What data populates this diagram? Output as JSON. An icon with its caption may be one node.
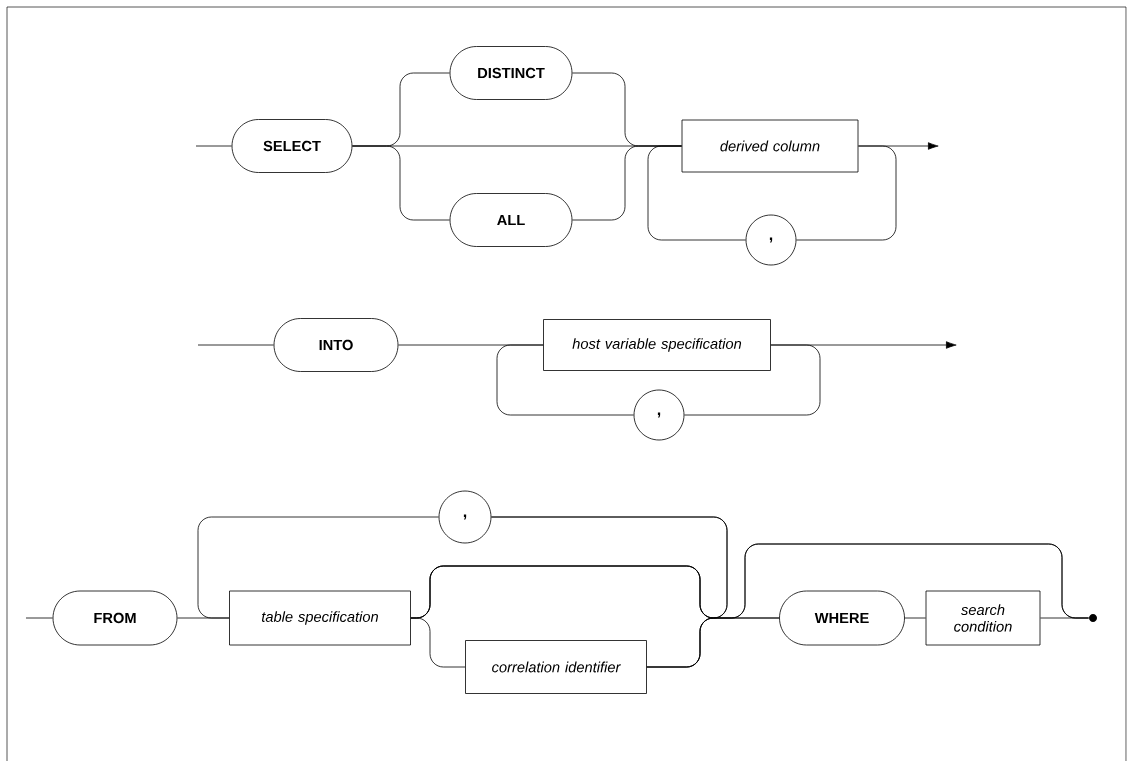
{
  "diagram": {
    "nodes": [
      {
        "text": [
          "SELECT"
        ]
      },
      {
        "text": [
          "DISTINCT"
        ]
      },
      {
        "text": [
          "ALL"
        ]
      },
      {
        "text": [
          "derived column"
        ]
      },
      {
        "text": [
          ","
        ]
      },
      {
        "text": [
          "INTO"
        ]
      },
      {
        "text": [
          "host variable specification"
        ]
      },
      {
        "text": [
          ","
        ]
      },
      {
        "text": [
          "FROM"
        ]
      },
      {
        "text": [
          ","
        ]
      },
      {
        "text": [
          "table specification"
        ]
      },
      {
        "text": [
          "correlation identifier"
        ]
      },
      {
        "text": [
          "WHERE"
        ]
      },
      {
        "text": [
          "search condition"
        ]
      },
      {
        "text": [],
        "shape": "circle"
      }
    ],
    "edges": [
      {
        "from": null,
        "to": 0,
        "arrow": "none"
      },
      {
        "from": 0,
        "to": 1,
        "arrow": "none"
      },
      {
        "from": 0,
        "to": 2,
        "arrow": "none"
      },
      {
        "from": 0,
        "to": 3,
        "arrow": "none"
      },
      {
        "from": 1,
        "to": 3,
        "arrow": "none"
      },
      {
        "from": 2,
        "to": 3,
        "arrow": "none"
      },
      {
        "from": 3,
        "to": 4,
        "arrow": "none"
      },
      {
        "from": 4,
        "to": 3,
        "arrow": "none"
      },
      {
        "from": 3,
        "to": null,
        "arrow": "to"
      },
      {
        "from": null,
        "to": 5,
        "arrow": "none"
      },
      {
        "from": 5,
        "to": 6,
        "arrow": "none"
      },
      {
        "from": 6,
        "to": 7,
        "arrow": "none"
      },
      {
        "from": 7,
        "to": 6,
        "arrow": "none"
      },
      {
        "from": 6,
        "to": null,
        "arrow": "to"
      },
      {
        "from": null,
        "to": 8,
        "arrow": "none"
      },
      {
        "from": 8,
        "to": 10,
        "arrow": "none"
      },
      {
        "from": 10,
        "to": 11,
        "arrow": "none"
      },
      {
        "from": 11,
        "to": 12,
        "arrow": "none"
      },
      {
        "from": 10,
        "to": 12,
        "arrow": "none"
      },
      {
        "from": 10,
        "to": 9,
        "arrow": "none"
      },
      {
        "from": 11,
        "to": 9,
        "arrow": "none"
      },
      {
        "from": 9,
        "to": 10,
        "arrow": "none"
      },
      {
        "from": 12,
        "to": 13,
        "arrow": "none"
      },
      {
        "from": 13,
        "to": 14,
        "arrow": "none"
      },
      {
        "from": 10,
        "to": 14,
        "arrow": "none"
      },
      {
        "from": 11,
        "to": 14,
        "arrow": "none"
      }
    ]
  }
}
